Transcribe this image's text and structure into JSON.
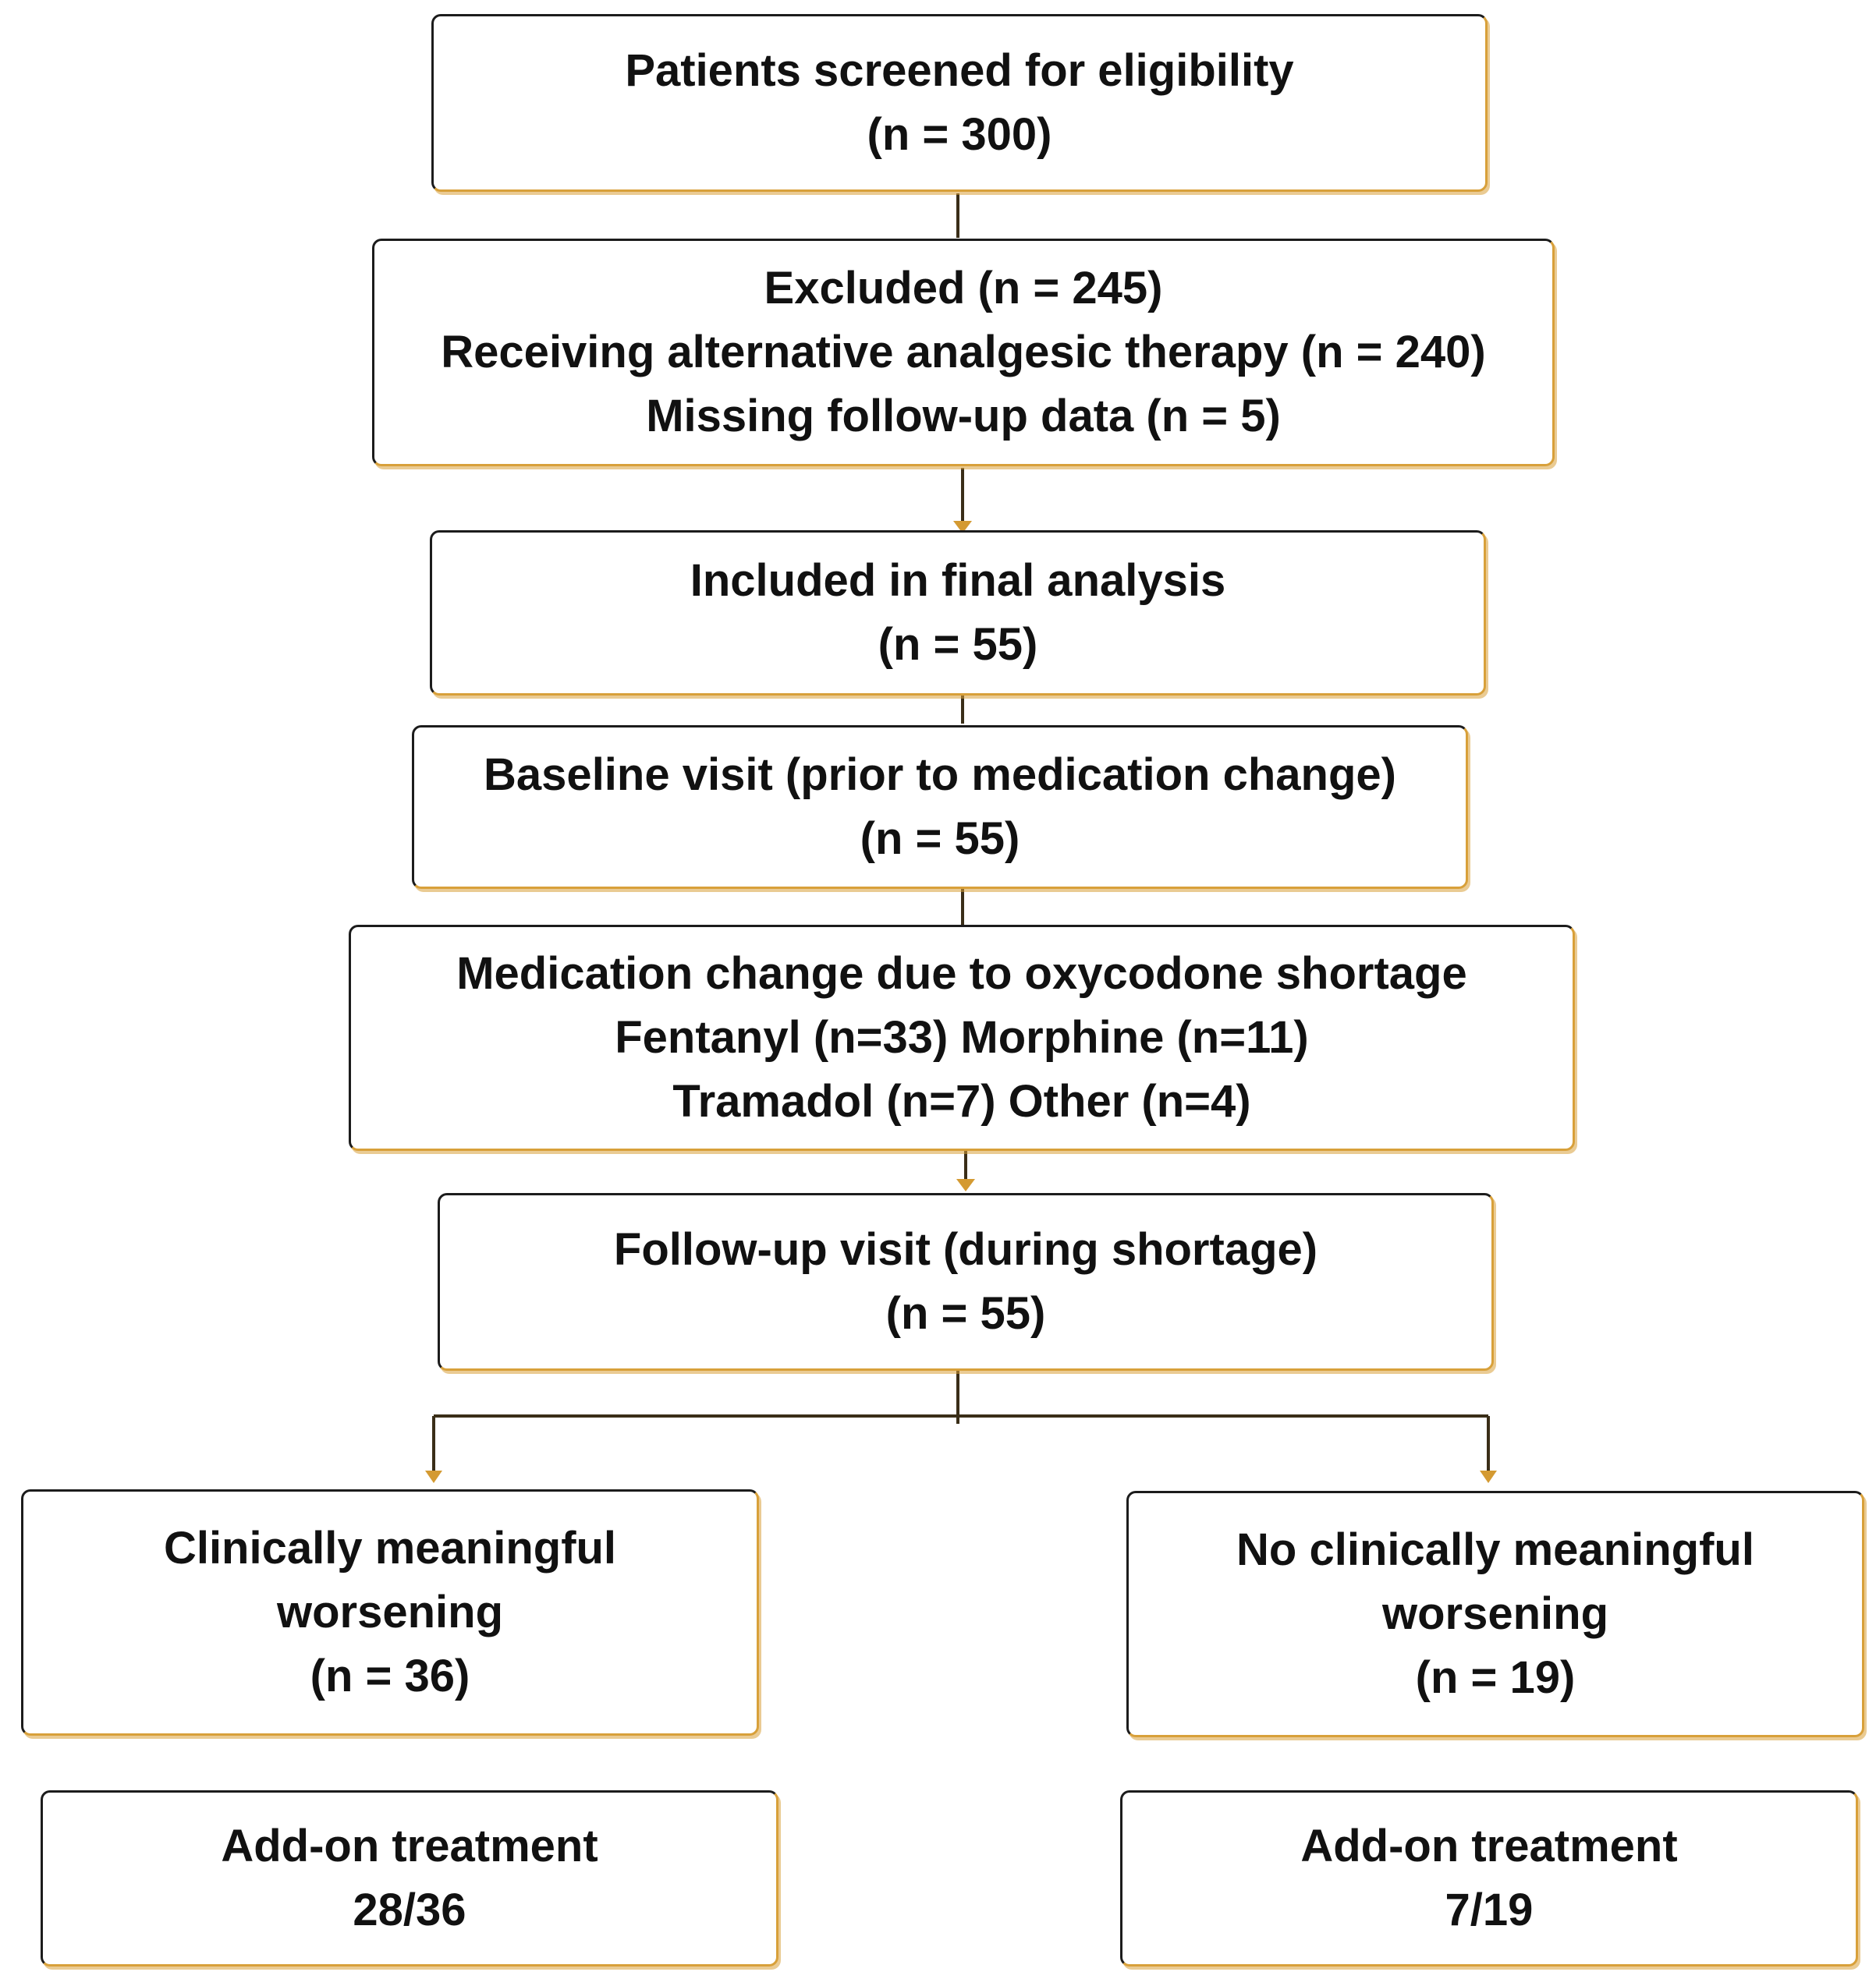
{
  "colors": {
    "border_dark": "#1c1c1c",
    "border_accent": "#d8a03a",
    "connector_line": "#3a2e18",
    "arrow_head": "#d49a32"
  },
  "boxes": {
    "screened": {
      "line1": "Patients screened for eligibility",
      "line2": "(n = 300)"
    },
    "excluded": {
      "line1": "Excluded (n = 245)",
      "line2": "Receiving alternative analgesic therapy (n = 240)",
      "line3": "Missing follow-up data (n = 5)"
    },
    "included": {
      "line1": "Included in final analysis",
      "line2": "(n = 55)"
    },
    "baseline": {
      "line1": "Baseline visit (prior to medication change)",
      "line2": "(n = 55)"
    },
    "medication": {
      "line1": "Medication change due to oxycodone shortage",
      "line2": "Fentanyl (n=33)  Morphine (n=11)",
      "line3": "Tramadol (n=7)  Other (n=4)"
    },
    "followup": {
      "line1": "Follow-up visit (during shortage)",
      "line2": "(n = 55)"
    },
    "worsening": {
      "line1": "Clinically meaningful",
      "line2": "worsening",
      "line3": "(n = 36)"
    },
    "no_worsening": {
      "line1": "No clinically meaningful",
      "line2": "worsening",
      "line3": "(n = 19)"
    },
    "addon_left": {
      "line1": "Add-on treatment",
      "line2": "28/36"
    },
    "addon_right": {
      "line1": "Add-on treatment",
      "line2": "7/19"
    }
  }
}
